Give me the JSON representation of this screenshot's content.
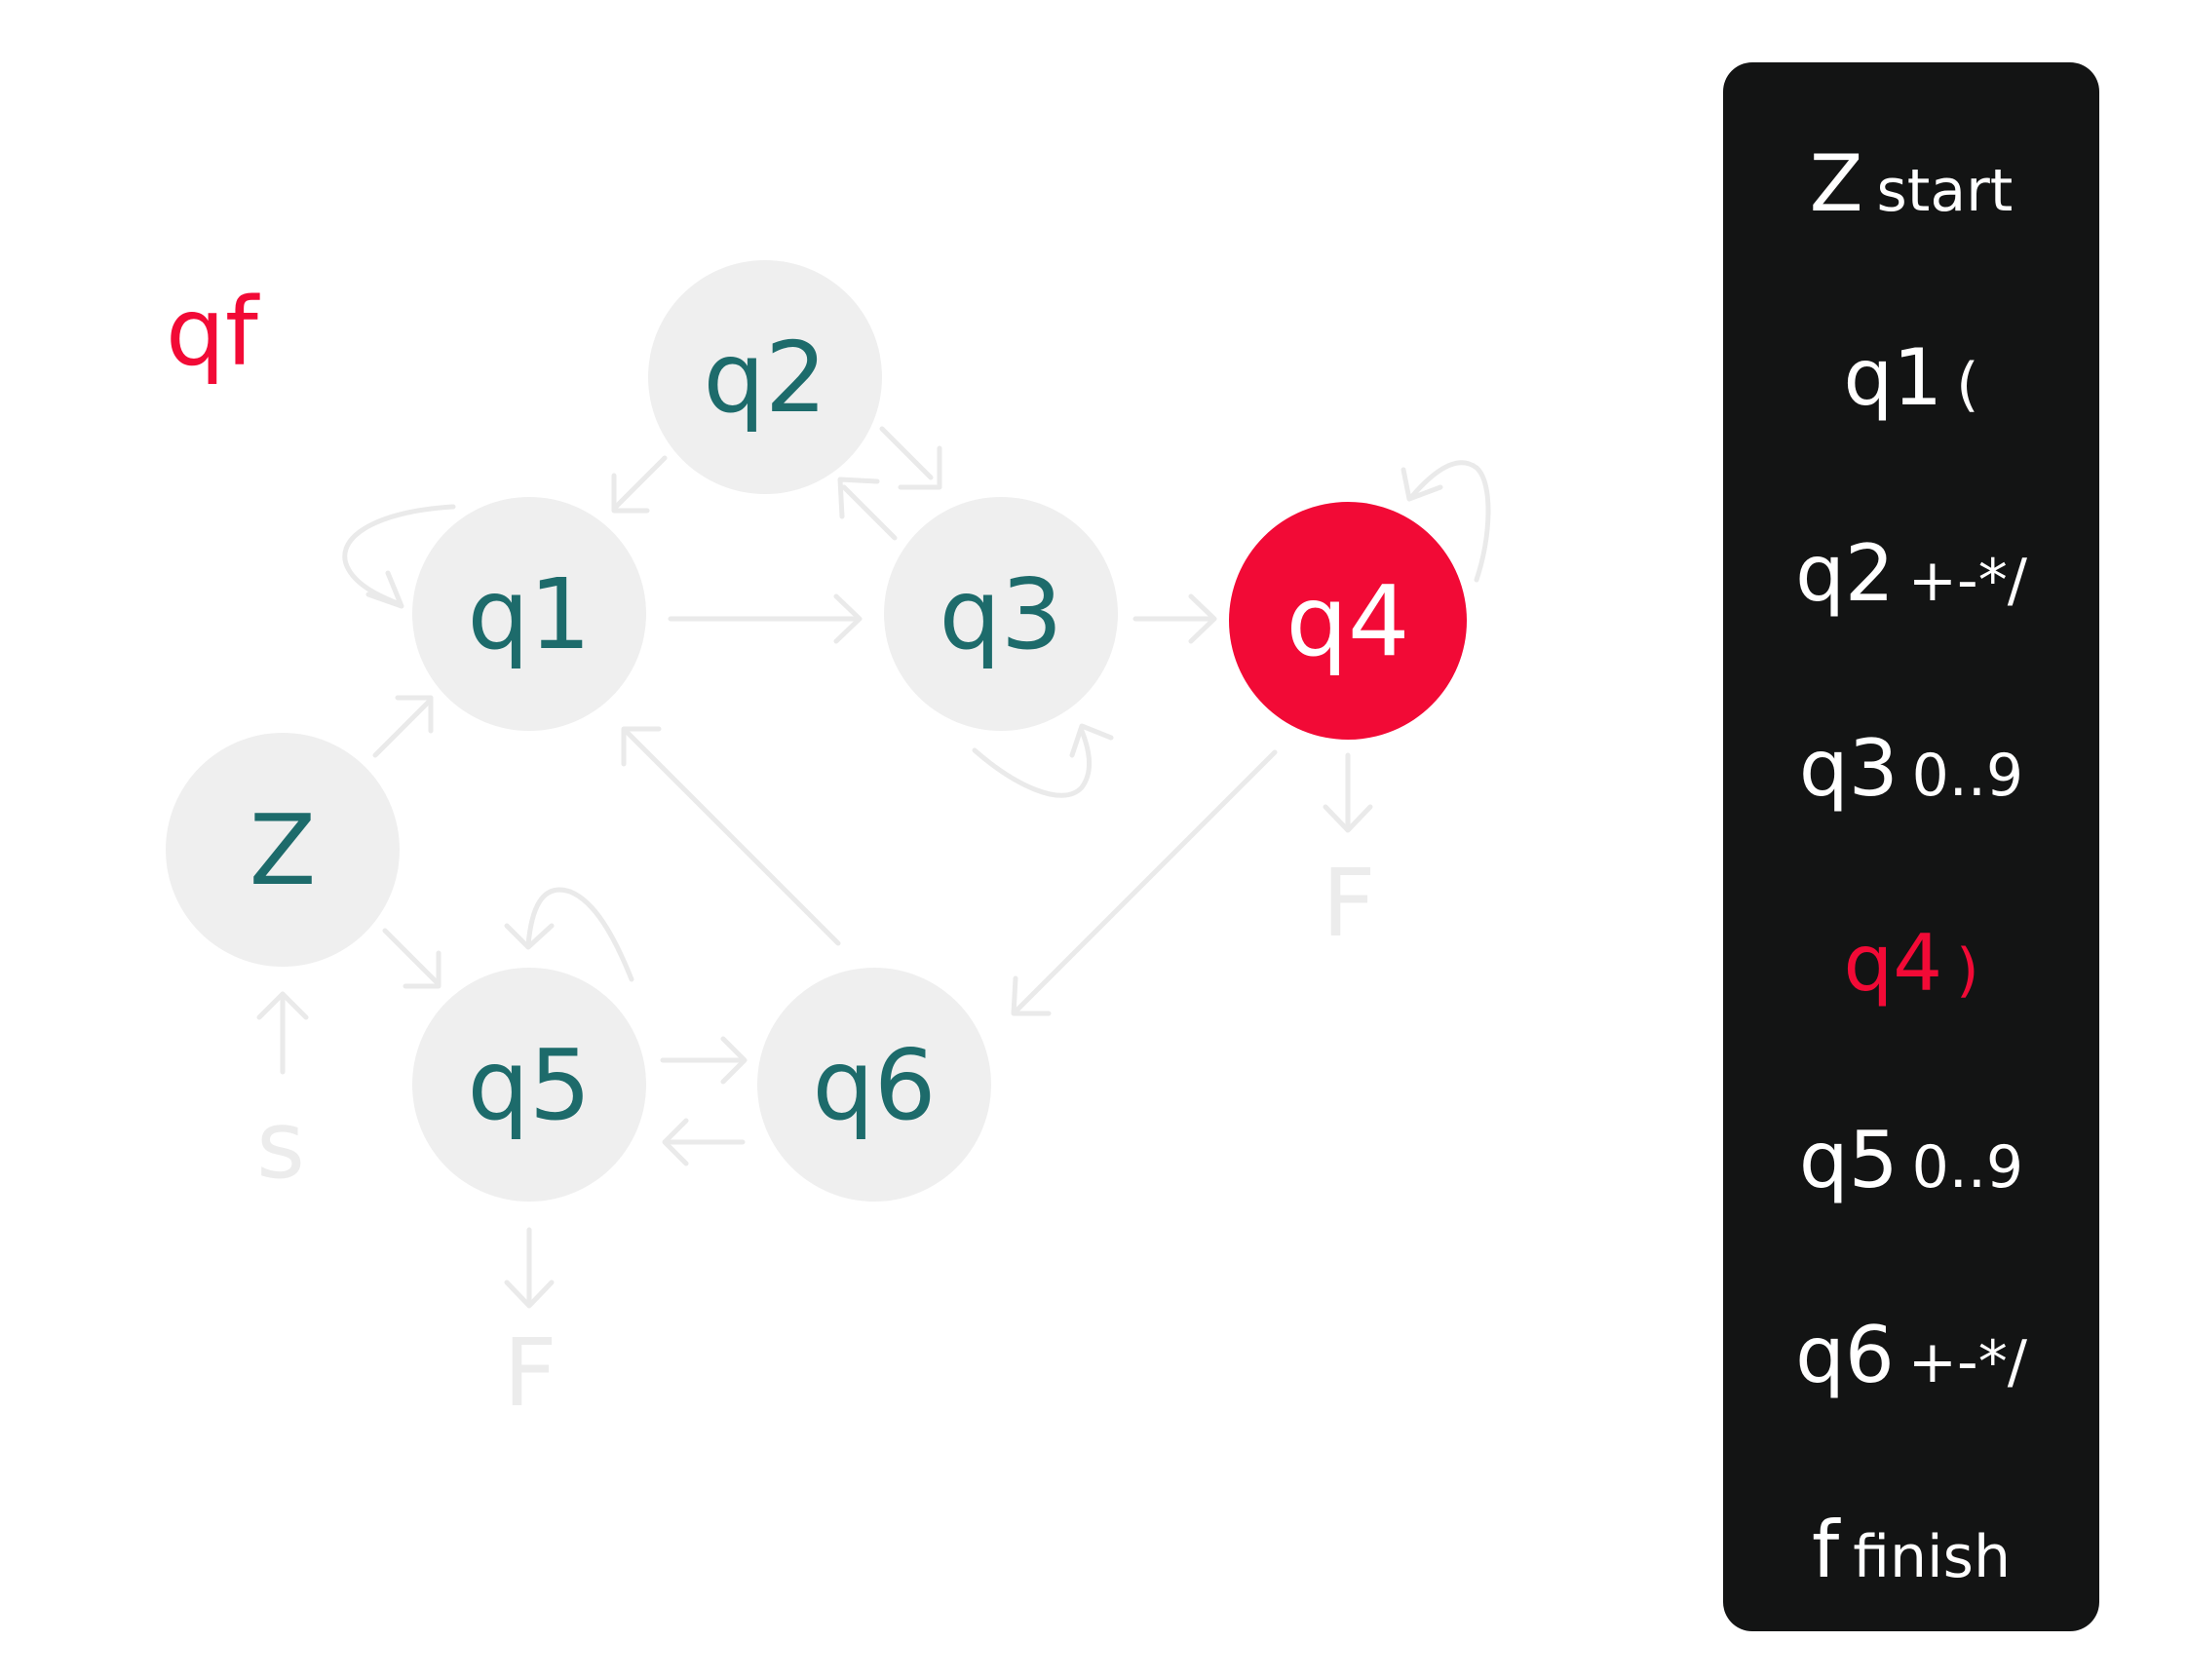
{
  "current_state_label": "qf",
  "states": [
    {
      "id": "q1",
      "label": "q1",
      "active": false
    },
    {
      "id": "q2",
      "label": "q2",
      "active": false
    },
    {
      "id": "q3",
      "label": "q3",
      "active": false
    },
    {
      "id": "q4",
      "label": "q4",
      "active": true
    },
    {
      "id": "z",
      "label": "Z",
      "active": false
    },
    {
      "id": "q5",
      "label": "q5",
      "active": false
    },
    {
      "id": "q6",
      "label": "q6",
      "active": false
    }
  ],
  "terminal_labels": {
    "start": "s",
    "final_q4": "F",
    "final_q5": "F"
  },
  "legend": [
    {
      "symbol": "Z",
      "description": "start",
      "active": false
    },
    {
      "symbol": "q1",
      "description": "(",
      "active": false
    },
    {
      "symbol": "q2",
      "description": "+-*/",
      "active": false
    },
    {
      "symbol": "q3",
      "description": "0..9",
      "active": false
    },
    {
      "symbol": "q4",
      "description": ")",
      "active": true
    },
    {
      "symbol": "q5",
      "description": "0..9",
      "active": false
    },
    {
      "symbol": "q6",
      "description": "+-*/",
      "active": false
    },
    {
      "symbol": "f",
      "description": "finish",
      "active": false
    }
  ],
  "colors": {
    "active": "#f20a36",
    "state_fill": "#efefef",
    "state_text": "#1d6b6b",
    "edge": "#eaeaea",
    "legend_bg": "#131414"
  }
}
